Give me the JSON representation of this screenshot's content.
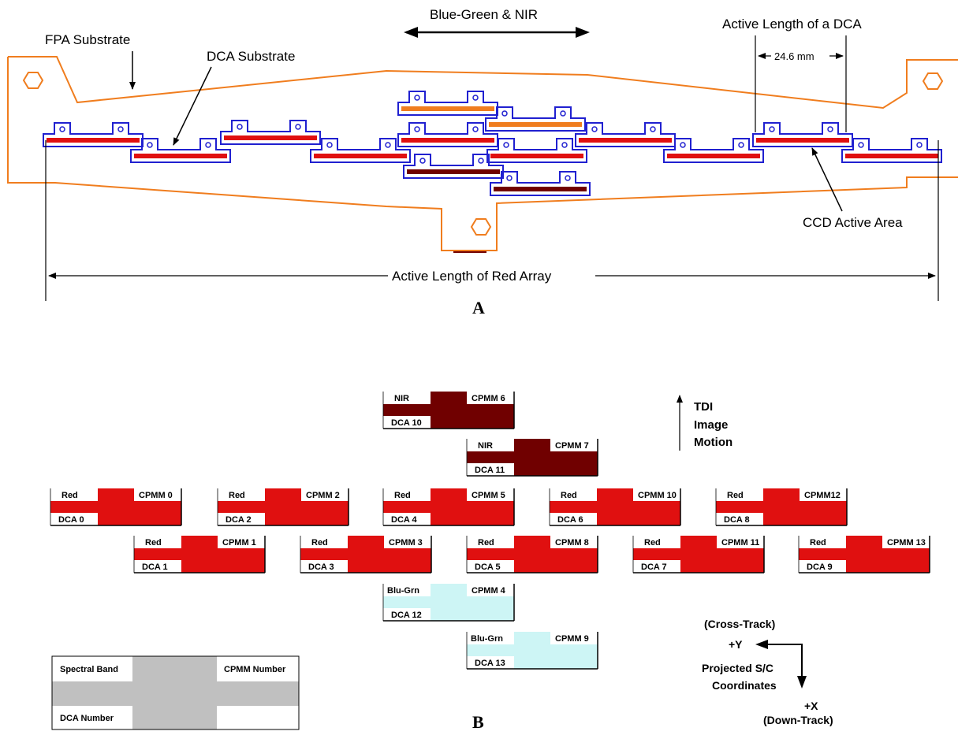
{
  "panel_a": {
    "caption": "A",
    "labels": {
      "fpa_substrate": "FPA Substrate",
      "dca_substrate": "DCA Substrate",
      "blue_green_nir": "Blue-Green & NIR",
      "active_length_dca": "Active Length of a DCA",
      "dca_length_value": "24.6 mm",
      "ccd_active_area": "CCD Active Area",
      "active_length_red": "Active Length of Red Array"
    }
  },
  "panel_b": {
    "caption": "B",
    "modules": [
      {
        "band": "NIR",
        "cpmm": "CPMM 6",
        "dca": "DCA 10",
        "kind": "nir"
      },
      {
        "band": "NIR",
        "cpmm": "CPMM 7",
        "dca": "DCA 11",
        "kind": "nir"
      },
      {
        "band": "Red",
        "cpmm": "CPMM 0",
        "dca": "DCA 0",
        "kind": "red"
      },
      {
        "band": "Red",
        "cpmm": "CPMM 2",
        "dca": "DCA 2",
        "kind": "red"
      },
      {
        "band": "Red",
        "cpmm": "CPMM 5",
        "dca": "DCA 4",
        "kind": "red"
      },
      {
        "band": "Red",
        "cpmm": "CPMM 10",
        "dca": "DCA 6",
        "kind": "red"
      },
      {
        "band": "Red",
        "cpmm": "CPMM12",
        "dca": "DCA 8",
        "kind": "red"
      },
      {
        "band": "Red",
        "cpmm": "CPMM 1",
        "dca": "DCA 1",
        "kind": "red"
      },
      {
        "band": "Red",
        "cpmm": "CPMM 3",
        "dca": "DCA 3",
        "kind": "red"
      },
      {
        "band": "Red",
        "cpmm": "CPMM 8",
        "dca": "DCA 5",
        "kind": "red"
      },
      {
        "band": "Red",
        "cpmm": "CPMM 11",
        "dca": "DCA 7",
        "kind": "red"
      },
      {
        "band": "Red",
        "cpmm": "CPMM 13",
        "dca": "DCA 9",
        "kind": "red"
      },
      {
        "band": "Blu-Grn",
        "cpmm": "CPMM 4",
        "dca": "DCA 12",
        "kind": "bg"
      },
      {
        "band": "Blu-Grn",
        "cpmm": "CPMM 9",
        "dca": "DCA 13",
        "kind": "bg"
      }
    ],
    "legend": {
      "band": "Spectral Band",
      "cpmm": "CPMM Number",
      "dca": "DCA Number"
    },
    "tdi": {
      "line1": "TDI",
      "line2": "Image",
      "line3": "Motion"
    },
    "coords": {
      "cross_track": "(Cross-Track)",
      "plus_y": "+Y",
      "projected_1": "Projected S/C",
      "projected_2": "Coordinates",
      "plus_x": "+X",
      "down_track": "(Down-Track)"
    }
  },
  "colors": {
    "substrate": "#f07d1e",
    "dca_outline": "#2020d0",
    "red": "#e01010",
    "nir": "#700000",
    "blue_green": "#cdf5f5",
    "legend_gray": "#c0c0c0"
  }
}
